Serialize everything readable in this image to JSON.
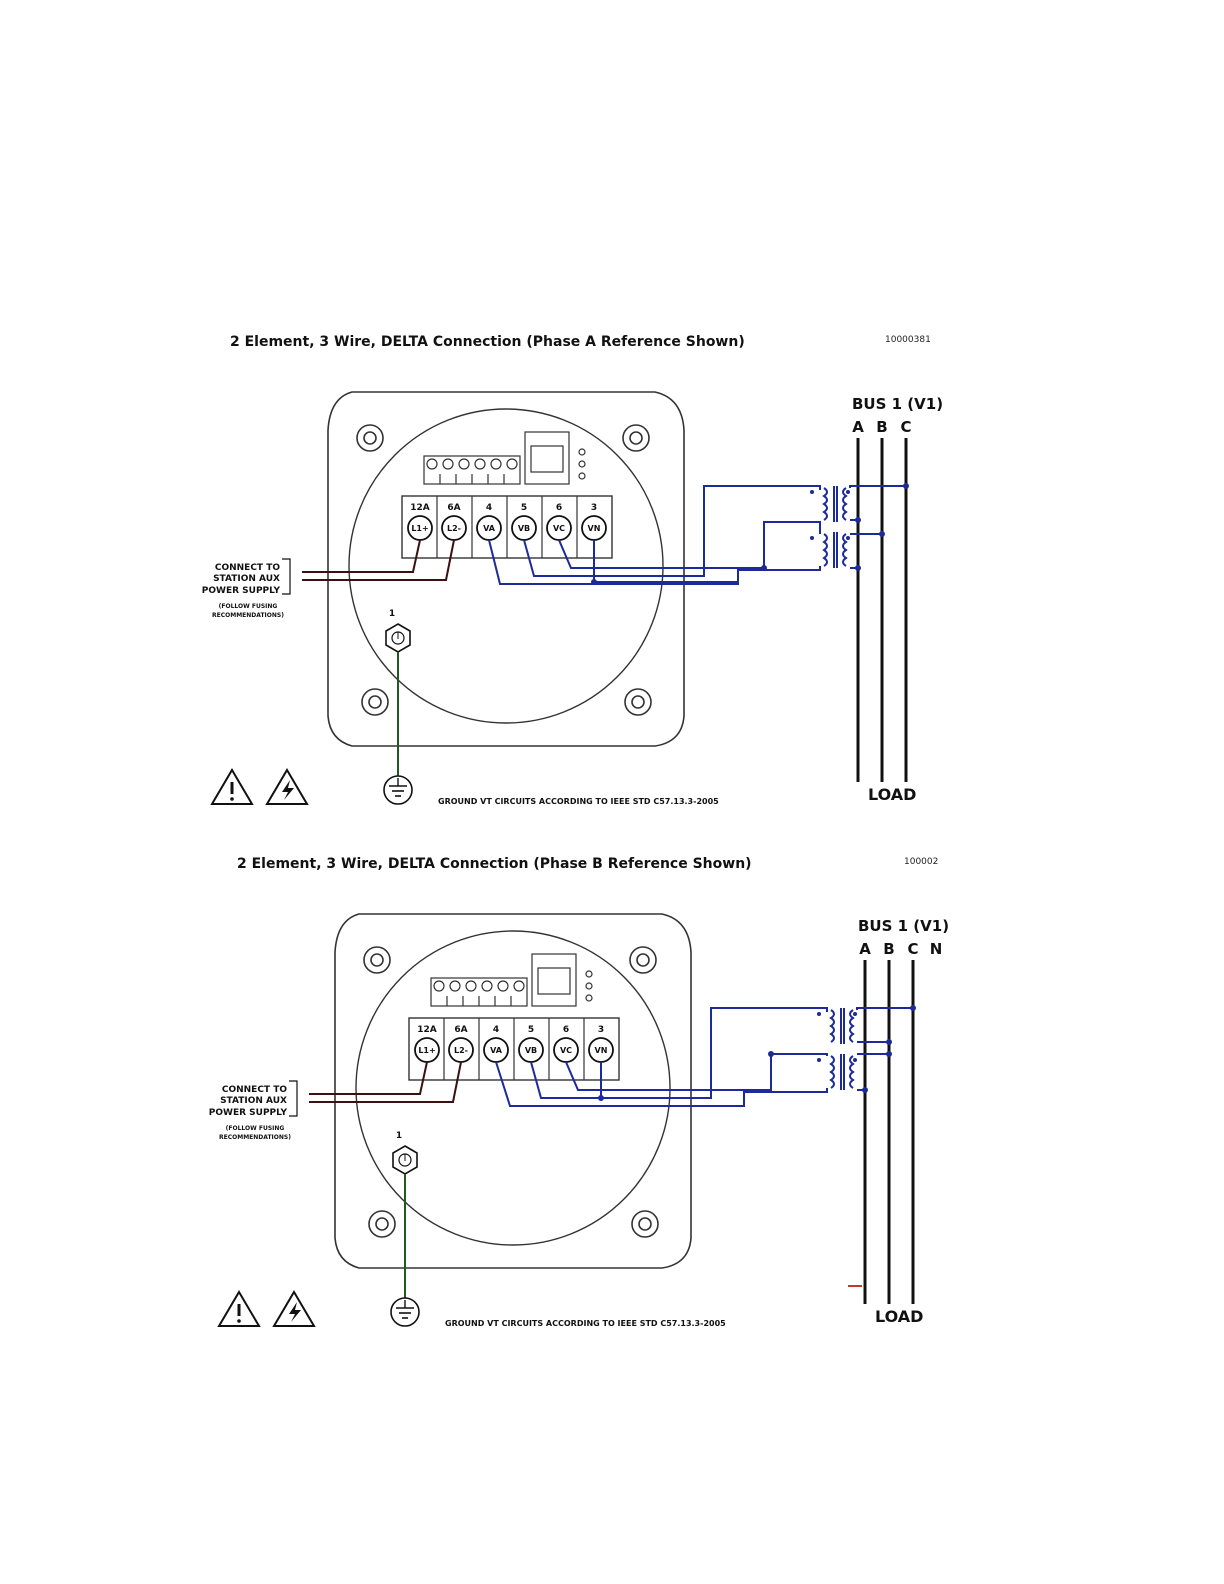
{
  "diagrams": [
    {
      "title": "2 Element, 3 Wire, DELTA Connection (Phase A Reference Shown)",
      "code": "10000381",
      "bus_label": "BUS 1 (V1)",
      "bus_phases": [
        "A",
        "B",
        "C"
      ],
      "terminals": [
        {
          "number": "12A",
          "name": "L1+"
        },
        {
          "number": "6A",
          "name": "L2-"
        },
        {
          "number": "4",
          "name": "VA"
        },
        {
          "number": "5",
          "name": "VB"
        },
        {
          "number": "6",
          "name": "VC"
        },
        {
          "number": "3",
          "name": "VN"
        }
      ],
      "ground_terminal": "1",
      "power_note": [
        "CONNECT TO",
        "STATION AUX",
        "POWER SUPPLY"
      ],
      "fusing_note": [
        "(FOLLOW FUSING",
        "RECOMMENDATIONS)"
      ],
      "ground_note": "GROUND VT CIRCUITS ACCORDING TO IEEE STD C57.13.3-2005",
      "load_label": "LOAD"
    },
    {
      "title": "2 Element, 3 Wire, DELTA Connection (Phase B Reference Shown)",
      "code": "100002",
      "bus_label": "BUS 1 (V1)",
      "bus_phases": [
        "A",
        "B",
        "C",
        "N"
      ],
      "terminals": [
        {
          "number": "12A",
          "name": "L1+"
        },
        {
          "number": "6A",
          "name": "L2-"
        },
        {
          "number": "4",
          "name": "VA"
        },
        {
          "number": "5",
          "name": "VB"
        },
        {
          "number": "6",
          "name": "VC"
        },
        {
          "number": "3",
          "name": "VN"
        }
      ],
      "ground_terminal": "1",
      "power_note": [
        "CONNECT TO",
        "STATION AUX",
        "POWER SUPPLY"
      ],
      "fusing_note": [
        "(FOLLOW FUSING",
        "RECOMMENDATIONS)"
      ],
      "ground_note": "GROUND VT CIRCUITS ACCORDING TO IEEE STD C57.13.3-2005",
      "load_label": "LOAD"
    }
  ],
  "colors": {
    "wiring": "#1c2a9a",
    "ground_wire": "#1f5a1f",
    "power_wire": "#3a1010",
    "marker": "#c0392b"
  }
}
